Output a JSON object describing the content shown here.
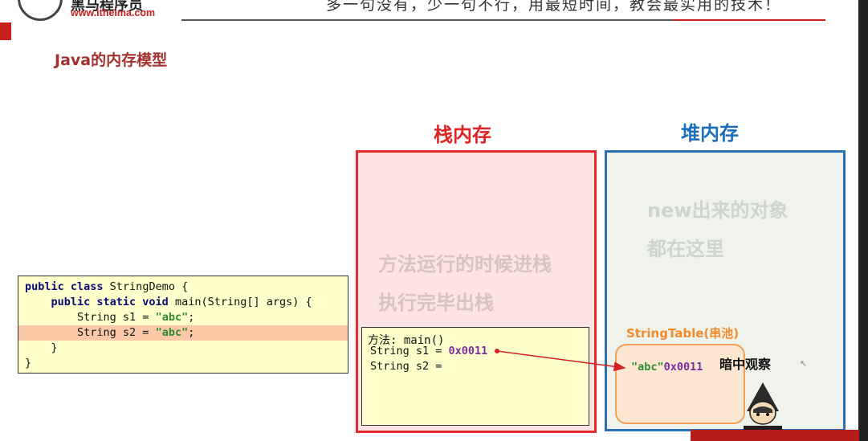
{
  "header": {
    "logo_text": "黑马程序员",
    "logo_url": "www.itheima.com",
    "slogan": "多一句没有，少一句不行，用最短时间，教会最实用的技术！"
  },
  "slide": {
    "title": "Java的内存模型"
  },
  "stack": {
    "title": "栈内存",
    "desc_line1": "方法运行的时候进栈",
    "desc_line2": "执行完毕出栈",
    "frame": {
      "title": "方法: main()",
      "line1_prefix": "String s1 = ",
      "line1_addr": "0x0011",
      "line2": "String s2 ="
    }
  },
  "heap": {
    "title": "堆内存",
    "desc_line1": "new出来的对象",
    "desc_line2": "都在这里",
    "string_table": {
      "label": "StringTable(串池)",
      "entry_value": "\"abc\"",
      "entry_addr": "0x0011"
    },
    "observe_label": "暗中观察"
  },
  "code": {
    "lines": [
      {
        "kw": "public class",
        "rest": " StringDemo {"
      },
      {
        "indent": "    ",
        "kw": "public static void",
        "rest": " main(String[] args) {"
      },
      {
        "indent": "        ",
        "pre": "String s1 = ",
        "str": "\"abc\"",
        "post": ";"
      },
      {
        "indent": "        ",
        "pre": "String s2 = ",
        "str": "\"abc\"",
        "post": ";"
      },
      {
        "rest": "    }"
      },
      {
        "rest": "}"
      }
    ]
  },
  "colors": {
    "stack_border": "#e52b2b",
    "heap_border": "#2a70b6",
    "highlight_row": "#fbc9a7",
    "arrow": "#d42020"
  }
}
